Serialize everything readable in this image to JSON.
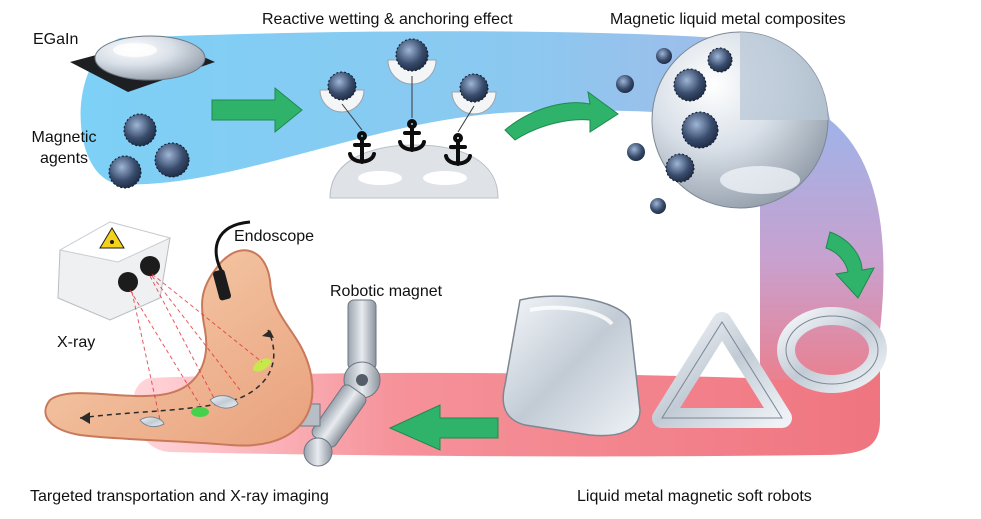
{
  "labels": {
    "egain": "EGaIn",
    "magnetic_agents_line1": "Magnetic",
    "magnetic_agents_line2": "agents",
    "reactive_wetting": "Reactive wetting & anchoring effect",
    "composites": "Magnetic liquid metal composites",
    "endoscope": "Endoscope",
    "robotic_magnet": "Robotic magnet",
    "xray": "X-ray",
    "targeted": "Targeted transportation and X-ray imaging",
    "soft_robots": "Liquid metal magnetic soft robots"
  },
  "icons": {
    "anchor": "anchor-icon",
    "radiation": "radiation-warning-icon",
    "flow_arrow": "green-arrow-icon"
  },
  "colors": {
    "ribbon_blue": "#6cc6f2",
    "ribbon_mid": "#b9a6d6",
    "ribbon_red": "#f1747f",
    "arrow_green": "#2fb36a",
    "stomach": "#f2c39a",
    "metal": "#c9d2dc",
    "particle": "#2c3e5a"
  }
}
